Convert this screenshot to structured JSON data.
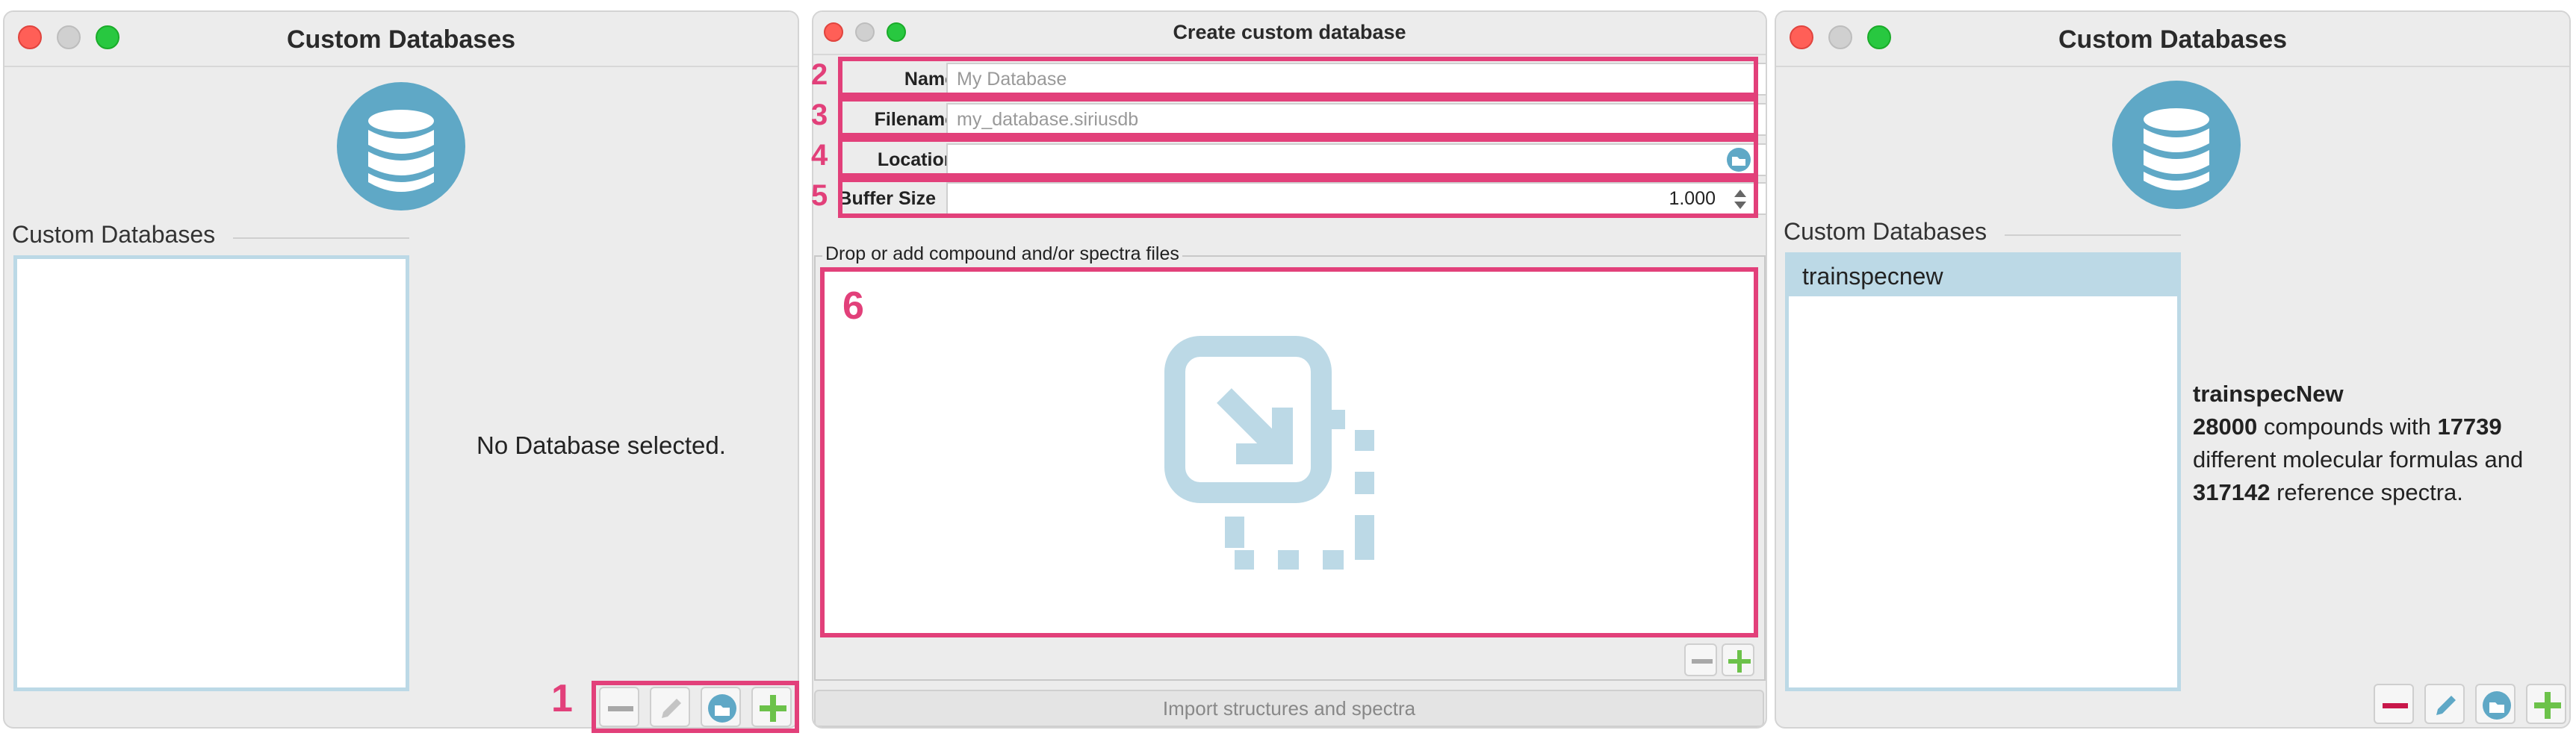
{
  "left_window": {
    "title": "Custom Databases",
    "list_label": "Custom Databases",
    "no_selection_text": "No Database selected.",
    "annotation": "1"
  },
  "middle_window": {
    "title": "Create custom database",
    "fields": {
      "name": {
        "label": "Name",
        "placeholder": "My Database",
        "annotation": "2"
      },
      "filename": {
        "label": "Filename",
        "placeholder": "my_database.siriusdb",
        "annotation": "3"
      },
      "location": {
        "label": "Location",
        "value": "",
        "annotation": "4"
      },
      "buffer": {
        "label": "Buffer Size",
        "value": "1.000",
        "annotation": "5"
      }
    },
    "drop_group_title": "Drop or add compound and/or spectra files",
    "drop_annotation": "6",
    "import_button": "Import structures and spectra"
  },
  "right_window": {
    "title": "Custom Databases",
    "list_label": "Custom Databases",
    "items": [
      "trainspecnew"
    ],
    "details": {
      "db_name": "trainspecNew",
      "compounds": "28000",
      "compounds_text": " compounds with ",
      "formulas": "17739",
      "formulas_text": " different molecular formulas and ",
      "spectra": "317142",
      "spectra_text": " reference spectra."
    }
  },
  "colors": {
    "annotation": "#e2407a",
    "database_icon": "#5fa8c6",
    "selection": "#bcd9e6",
    "add": "#6cc24a",
    "remove_active": "#c8174a"
  },
  "icons": {
    "database": "database-icon",
    "remove": "minus-icon",
    "edit": "pencil-icon",
    "open": "folder-icon",
    "add": "plus-icon",
    "drop": "drop-files-icon",
    "spinner": "spinner-arrows-icon"
  }
}
